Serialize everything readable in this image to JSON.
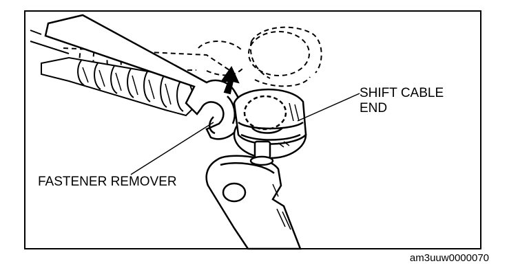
{
  "figure": {
    "labels": {
      "shift_cable_end_line1": "SHIFT CABLE",
      "shift_cable_end_line2": "END",
      "fastener_remover": "FASTENER REMOVER"
    },
    "reference_code": "am3uuw0000070"
  },
  "colors": {
    "ink": "#000000",
    "paper": "#ffffff"
  }
}
